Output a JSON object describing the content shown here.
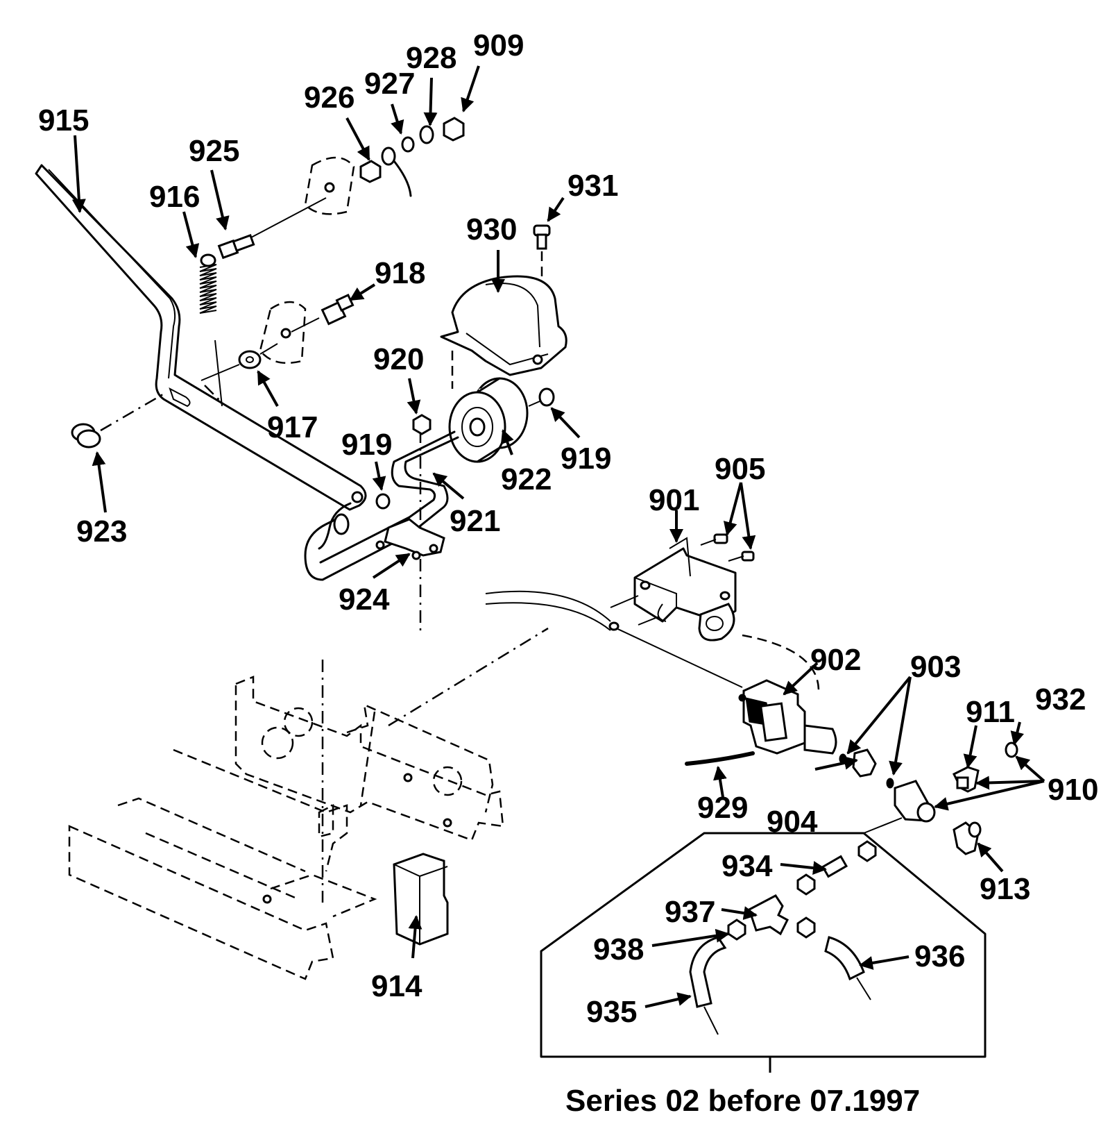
{
  "labels": {
    "p901": "901",
    "p902": "902",
    "p903": "903",
    "p904": "904",
    "p905": "905",
    "p909": "909",
    "p910": "910",
    "p911": "911",
    "p913": "913",
    "p914": "914",
    "p915": "915",
    "p916": "916",
    "p917": "917",
    "p918": "918",
    "p919a": "919",
    "p919b": "919",
    "p920": "920",
    "p921": "921",
    "p922": "922",
    "p923": "923",
    "p924": "924",
    "p925": "925",
    "p926": "926",
    "p927": "927",
    "p928": "928",
    "p929": "929",
    "p930": "930",
    "p931": "931",
    "p932": "932",
    "p934": "934",
    "p935": "935",
    "p936": "936",
    "p937": "937",
    "p938": "938"
  },
  "inset_caption": "Series 02 before 07.1997"
}
